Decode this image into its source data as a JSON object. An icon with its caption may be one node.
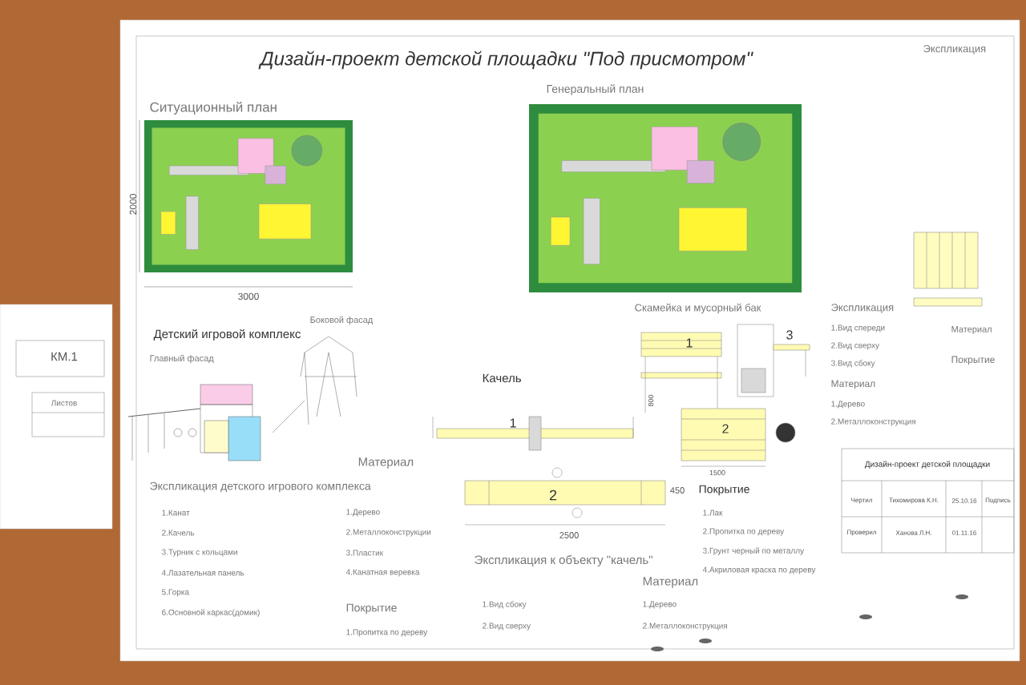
{
  "diagram": {
    "title": "Дизайн-проект детской площадки \"Под присмотром\"",
    "labels": [
      "КМ.1",
      "Листов",
      "Экспликация",
      "Ситуационный план",
      "Генеральный план",
      "2000",
      "3000",
      "Детский игровой комплекс",
      "Боковой фасад",
      "Главный фасад",
      "Скамейка и мусорный бак",
      "Экспликация",
      "1.Вид спереди",
      "2.Вид сверху",
      "3.Вид сбоку",
      "Материал",
      "1.Дерево",
      "2.Металлоконструкция",
      "Материал",
      "Покрытие",
      "Качель",
      "800",
      "1",
      "3",
      "1",
      "2",
      "1500",
      "2",
      "450",
      "2500",
      "Экспликация детского игрового комплекса",
      "Материал",
      "1.Канат",
      "2.Качель",
      "3.Турник с кольцами",
      "4.Лазательная панель",
      "5.Горка",
      "6.Основной каркас(домик)",
      "1.Дерево",
      "2.Металлоконструкции",
      "3.Пластик",
      "4.Канатная веревка",
      "Покрытие",
      "1.Пропитка по дереву",
      "Экспликация к объекту \"качель\"",
      "Материал",
      "1.Вид сбоку",
      "2.Вид сверху",
      "1.Дерево",
      "2.Металлоконструкция",
      "Покрытие",
      "1.Лак",
      "2.Пропитка по дереву",
      "3.Грунт черный по металлу",
      "4.Акриловая краска по дереву",
      "Дизайн-проект детской площадки",
      "Чертил",
      "Тихомирова К.Н.",
      "25.10.16",
      "Подпись",
      "Проверил",
      "Ханова Л.Н.",
      "01.11.16"
    ]
  }
}
